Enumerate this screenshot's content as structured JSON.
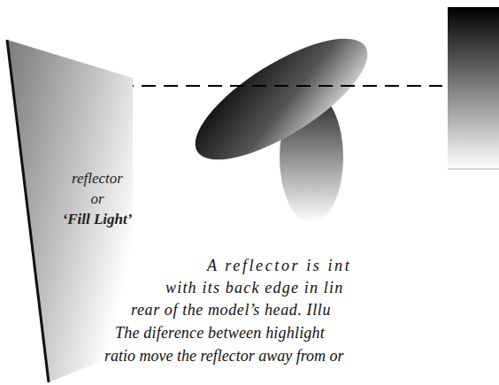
{
  "diagram": {
    "nodes": [
      {
        "text": [
          "reflector",
          "or",
          "‘Fill Light’"
        ]
      }
    ],
    "labels": [
      "A reflector is int",
      "with its back edge in lin",
      "rear of the model’s head. Illu",
      "The diference between highlight",
      "ratio move the reflector away from or"
    ]
  }
}
